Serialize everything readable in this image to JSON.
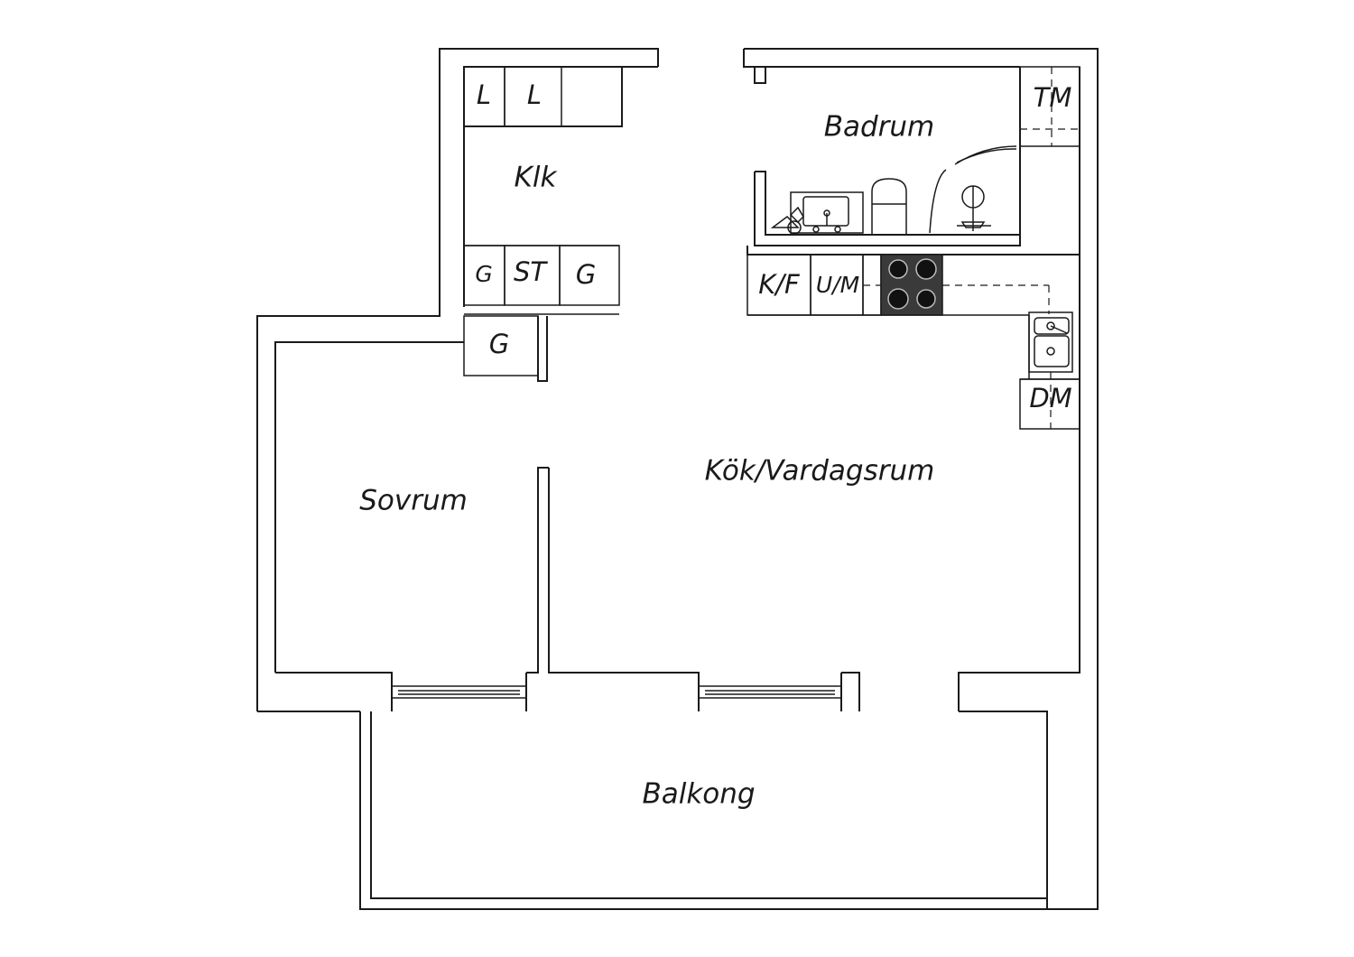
{
  "rooms": {
    "klk": "Klk",
    "badrum": "Badrum",
    "sovrum": "Sovrum",
    "kok_vardagsrum": "Kök/Vardagsrum",
    "balkong": "Balkong"
  },
  "fixtures": {
    "l1": "L",
    "l2": "L",
    "g1": "G",
    "st": "ST",
    "g2": "G",
    "g3": "G",
    "tm": "TM",
    "kf": "K/F",
    "um": "U/M",
    "dm": "DM"
  },
  "colors": {
    "line": "#1a1a1a",
    "background": "#ffffff",
    "stove": "#3a3a3a"
  }
}
